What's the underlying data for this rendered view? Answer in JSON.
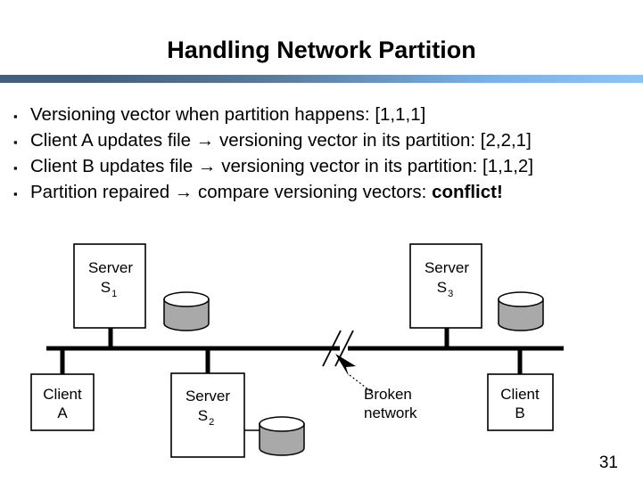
{
  "slide": {
    "title": "Handling Network Partition",
    "page_number": "31",
    "divider": {
      "color_left": "#44607d",
      "color_right": "#8ec4f5"
    }
  },
  "bullets": [
    {
      "marker": "▪",
      "text": "Versioning vector when partition happens: [1,1,1]",
      "emphasis": ""
    },
    {
      "marker": "▪",
      "text": "Client A updates file → versioning vector in its partition: [2,2,1]",
      "emphasis": ""
    },
    {
      "marker": "▪",
      "text": "Client B updates file → versioning vector in its partition: [1,1,2]",
      "emphasis": ""
    },
    {
      "marker": "▪",
      "text": "Partition repaired → compare versioning vectors: ",
      "emphasis": "conflict!"
    }
  ],
  "diagram": {
    "nodes": {
      "server_s1": {
        "line1": "Server",
        "line2": "S",
        "sub": "1"
      },
      "server_s2": {
        "line1": "Server",
        "line2": "S",
        "sub": "2"
      },
      "server_s3": {
        "line1": "Server",
        "line2": "S",
        "sub": "3"
      },
      "client_a": {
        "line1": "Client",
        "line2": "A"
      },
      "client_b": {
        "line1": "Client",
        "line2": "B"
      }
    },
    "annotation": {
      "line1": "Broken",
      "line2": "network"
    },
    "colors": {
      "disk_fill": "#a9a9a9",
      "disk_top": "#ffffff",
      "stroke": "#000000"
    }
  }
}
